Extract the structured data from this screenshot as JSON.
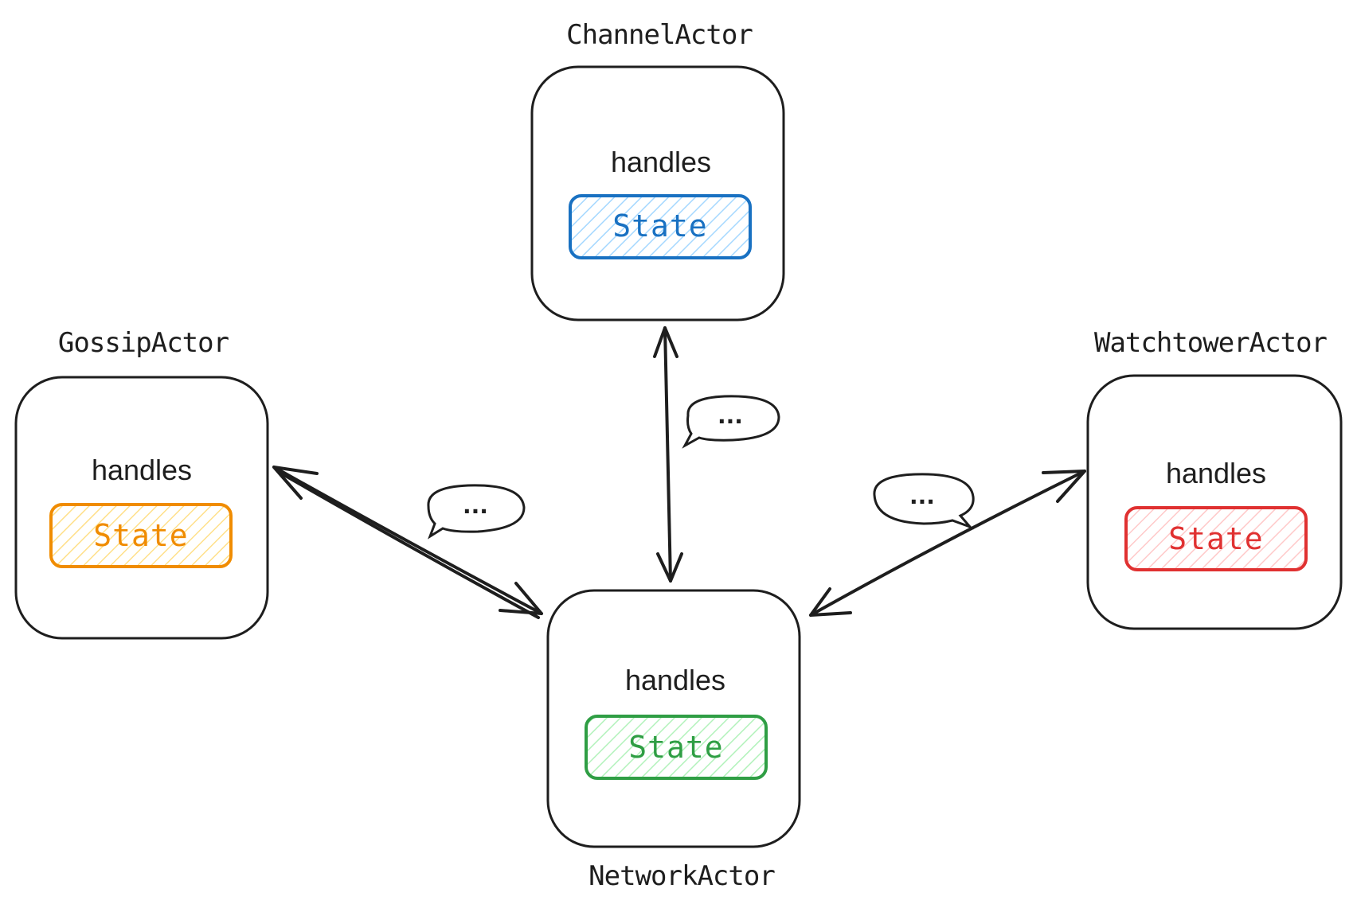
{
  "actors": {
    "channel": {
      "title": "ChannelActor",
      "handles": "handles",
      "state": "State",
      "color": "#1971c2",
      "fill": "#a5d8ff"
    },
    "gossip": {
      "title": "GossipActor",
      "handles": "handles",
      "state": "State",
      "color": "#f08c00",
      "fill": "#ffec99"
    },
    "watchtower": {
      "title": "WatchtowerActor",
      "handles": "handles",
      "state": "State",
      "color": "#e03131",
      "fill": "#ffc9c9"
    },
    "network": {
      "title": "NetworkActor",
      "handles": "handles",
      "state": "State",
      "color": "#2f9e44",
      "fill": "#b2f2bb"
    }
  },
  "bubbles": {
    "channel_network": "...",
    "gossip_network": "...",
    "watchtower_network": "..."
  }
}
